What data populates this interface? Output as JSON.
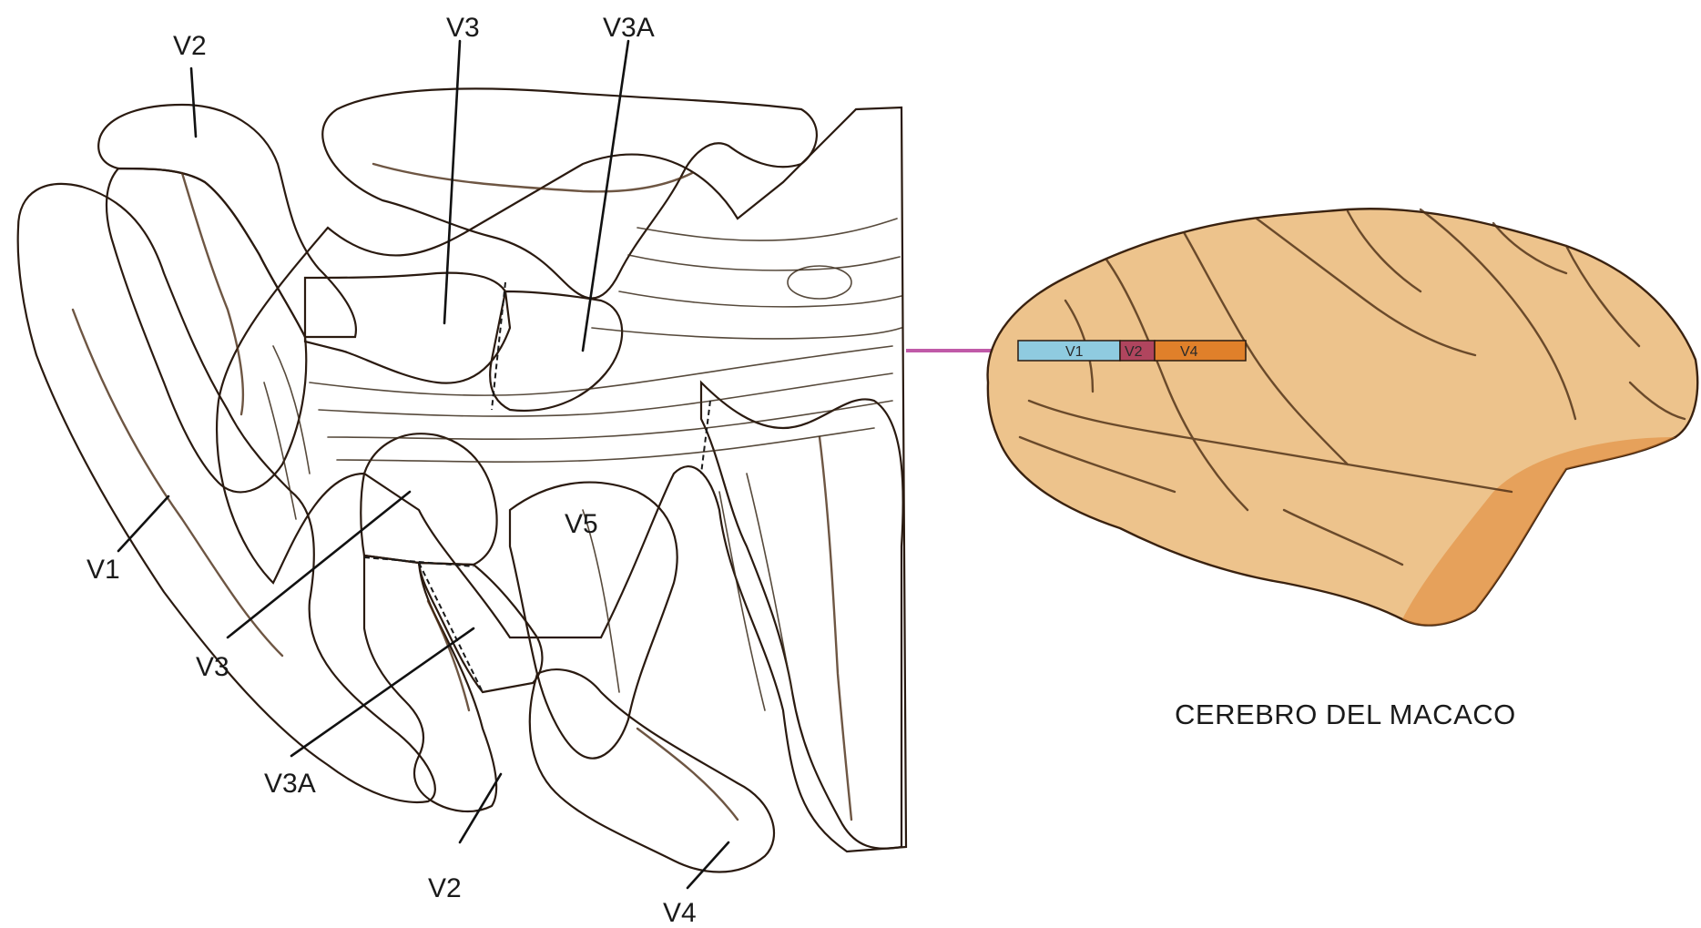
{
  "colors": {
    "V1": "#8fcbe0",
    "V2": "#b0455e",
    "V3": "#2f8fc8",
    "V3A": "#2f8fc8",
    "V4": "#e0802a",
    "V5": "#e8b88a",
    "white_matter": "#f3dcb2",
    "connector": "#c05aa8",
    "brain": "#edc38c"
  },
  "section_labels": {
    "v2_top": "V2",
    "v3_top": "V3",
    "v3a_top": "V3A",
    "v1": "V1",
    "v5": "V5",
    "v3_bottom": "V3",
    "v3a_bottom": "V3A",
    "v2_bottom": "V2",
    "v4_bottom": "V4"
  },
  "strip_labels": {
    "v1": "V1",
    "v2": "V2",
    "v4": "V4"
  },
  "caption": "CEREBRO DEL MACACO"
}
